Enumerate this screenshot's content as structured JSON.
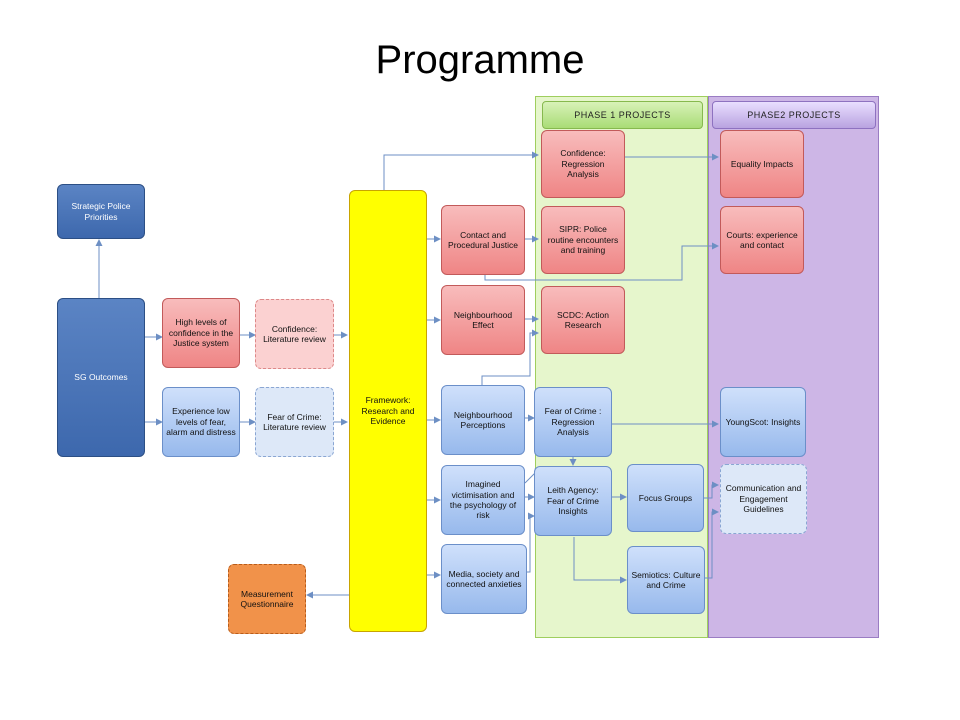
{
  "title": "Programme",
  "phases": {
    "phase1_label": "PHASE 1 PROJECTS",
    "phase2_label": "PHASE2 PROJECTS"
  },
  "nodes": {
    "strategic_police_priorities": "Strategic Police Priorities",
    "sg_outcomes": "SG Outcomes",
    "high_confidence": "High levels of confidence in the Justice system",
    "experience_low_fear": "Experience low levels of fear, alarm and distress",
    "confidence_lit_review": "Confidence: Literature review",
    "fear_lit_review": "Fear of Crime: Literature review",
    "measurement_questionnaire": "Measurement Questionnaire",
    "framework": "Framework: Research and Evidence",
    "contact_procedural_justice": "Contact and Procedural Justice",
    "neighbourhood_effect": "Neighbourhood Effect",
    "neighbourhood_perceptions": "Neighbourhood Perceptions",
    "imagined_victimisation": "Imagined victimisation and the psychology of risk",
    "media_society": "Media, society and connected anxieties",
    "confidence_regression": "Confidence: Regression Analysis",
    "sipr_police": "SIPR: Police routine encounters and training",
    "scdc_action": "SCDC: Action Research",
    "fear_regression": "Fear of Crime : Regression Analysis",
    "leith_agency": "Leith Agency: Fear of Crime Insights",
    "focus_groups": "Focus Groups",
    "semiotics": "Semiotics: Culture and Crime",
    "equality_impacts": "Equality Impacts",
    "courts_experience": "Courts: experience and contact",
    "youngscot_insights": "YoungScot: Insights",
    "communication_guidelines": "Communication and Engagement Guidelines"
  },
  "colors": {
    "navy": "#3d68ad",
    "red": "#ef8585",
    "blue": "#97b9ec",
    "yellow": "#ffff00",
    "orange": "#f1924a",
    "phase1": "#e6f6cc",
    "phase2": "#cdb6e6",
    "connector": "#6d8fc4"
  }
}
